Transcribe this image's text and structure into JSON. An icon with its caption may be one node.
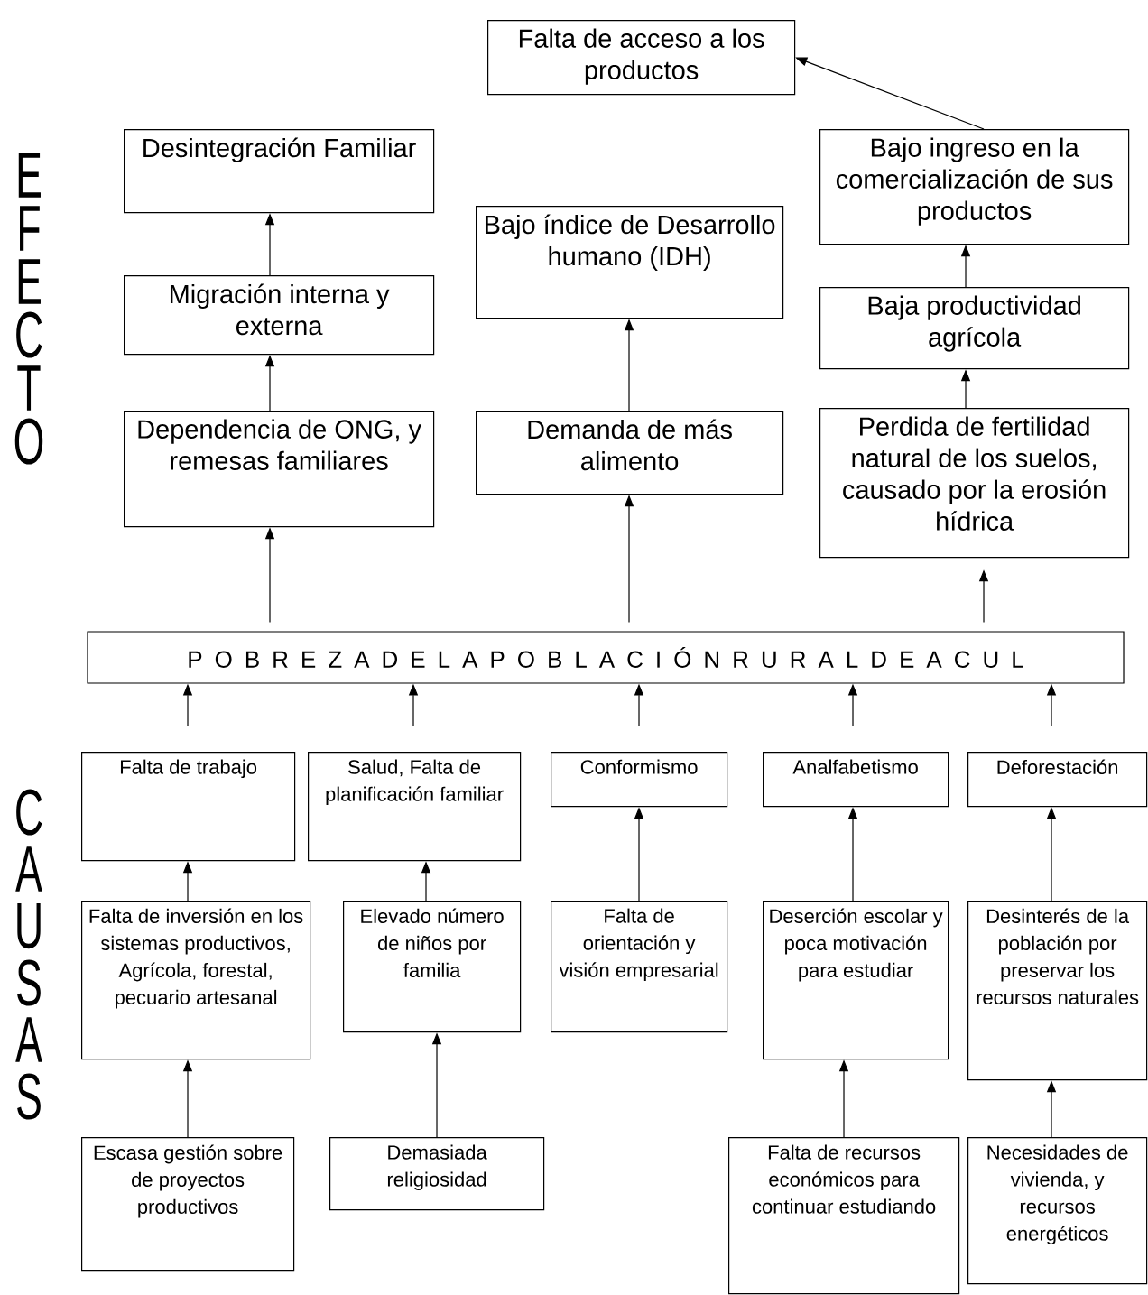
{
  "diagram": {
    "nodes": [
      {
        "text": [
          "Falta de acceso a los productos"
        ]
      },
      {
        "text": [
          "Desintegración Familiar"
        ]
      },
      {
        "text": [
          "Bajo ingreso en la comercialización de sus productos"
        ]
      },
      {
        "text": [
          "Bajo índice de Desarrollo humano (IDH)"
        ]
      },
      {
        "text": [
          "Migración interna y externa"
        ]
      },
      {
        "text": [
          "Baja productividad agrícola"
        ]
      },
      {
        "text": [
          "Dependencia de ONG, y remesas familiares"
        ]
      },
      {
        "text": [
          "Demanda de más alimento"
        ]
      },
      {
        "text": [
          "Perdida de fertilidad natural de los suelos, causado por la erosión hídrica"
        ]
      },
      {
        "text": [
          "P O B R E Z A D E L A P O B L A C I Ó N R U R A L D E A C U L"
        ]
      },
      {
        "text": [
          "Falta de trabajo"
        ]
      },
      {
        "text": [
          "Salud, Falta de planificación familiar"
        ]
      },
      {
        "text": [
          "Conformismo"
        ]
      },
      {
        "text": [
          "Analfabetismo"
        ]
      },
      {
        "text": [
          "Deforestación"
        ]
      },
      {
        "text": [
          "Falta de inversión en los sistemas productivos, Agrícola, forestal, pecuario artesanal"
        ]
      },
      {
        "text": [
          "Elevado número de niños por familia"
        ]
      },
      {
        "text": [
          "Falta de orientación y visión empresarial"
        ]
      },
      {
        "text": [
          "Deserción escolar y poca motivación para estudiar"
        ]
      },
      {
        "text": [
          "Desinterés de la población por preservar los recursos naturales"
        ]
      },
      {
        "text": [
          "Escasa gestión sobre de proyectos productivos"
        ]
      },
      {
        "text": [
          "Demasiada religiosidad"
        ]
      },
      {
        "text": [
          "Falta de recursos económicos para continuar estudiando"
        ]
      },
      {
        "text": [
          "Necesidades de vivienda, y recursos energéticos"
        ]
      }
    ],
    "edges": [
      {
        "from": 9,
        "to": 6,
        "arrow": "to"
      },
      {
        "from": 6,
        "to": 4,
        "arrow": "to"
      },
      {
        "from": 4,
        "to": 1,
        "arrow": "to"
      },
      {
        "from": 9,
        "to": 7,
        "arrow": "to"
      },
      {
        "from": 7,
        "to": 3,
        "arrow": "to"
      },
      {
        "from": 9,
        "to": 8,
        "arrow": "to"
      },
      {
        "from": 8,
        "to": 5,
        "arrow": "to"
      },
      {
        "from": 5,
        "to": 2,
        "arrow": "to"
      },
      {
        "from": 2,
        "to": 0,
        "arrow": "to"
      },
      {
        "from": 10,
        "to": 9,
        "arrow": "to"
      },
      {
        "from": 11,
        "to": 9,
        "arrow": "to"
      },
      {
        "from": 12,
        "to": 9,
        "arrow": "to"
      },
      {
        "from": 13,
        "to": 9,
        "arrow": "to"
      },
      {
        "from": 14,
        "to": 9,
        "arrow": "to"
      },
      {
        "from": 15,
        "to": 10,
        "arrow": "to"
      },
      {
        "from": 16,
        "to": 11,
        "arrow": "to"
      },
      {
        "from": 17,
        "to": 12,
        "arrow": "to"
      },
      {
        "from": 18,
        "to": 13,
        "arrow": "to"
      },
      {
        "from": 19,
        "to": 14,
        "arrow": "to"
      },
      {
        "from": 20,
        "to": 15,
        "arrow": "to"
      },
      {
        "from": 21,
        "to": 16,
        "arrow": "to"
      },
      {
        "from": 22,
        "to": 18,
        "arrow": "to"
      },
      {
        "from": 23,
        "to": 19,
        "arrow": "to"
      }
    ],
    "labels": [
      "E",
      "F",
      "E",
      "C",
      "T",
      "O",
      "C",
      "A",
      "U",
      "S",
      "A",
      "S"
    ]
  }
}
